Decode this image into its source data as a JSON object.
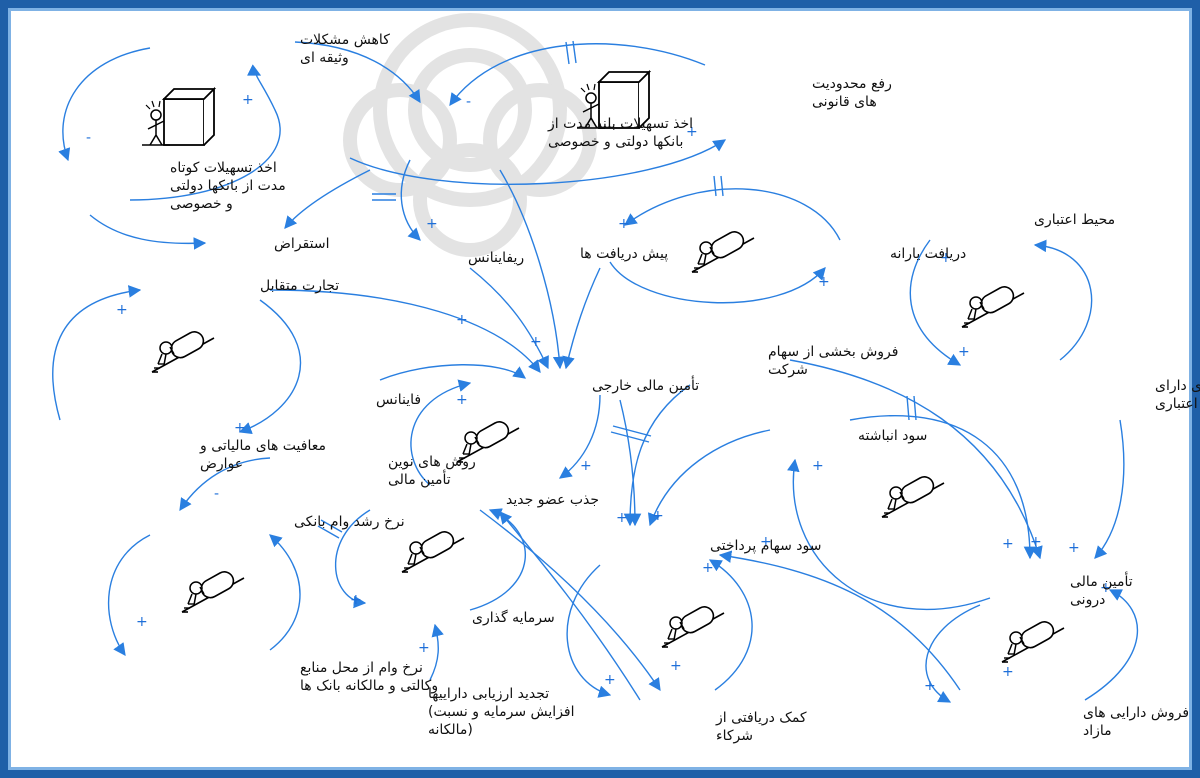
{
  "colors": {
    "border": "#1f5fa8",
    "link": "#2a7fe0",
    "text": "#111111",
    "watermark": "#e3e3e3"
  },
  "diagram": {
    "nodes": [
      {
        "id": "kahesh",
        "lines": [
          "کاهش مشکلات",
          "وثیقه ای"
        ]
      },
      {
        "id": "rafe",
        "lines": [
          "رفع محدودیت",
          "های قانونی"
        ]
      },
      {
        "id": "akhz_boland",
        "lines": [
          "اخذ تسهیلات بلند مدت از",
          "بانکها دولتی و خصوصی"
        ]
      },
      {
        "id": "akhz_kootah",
        "lines": [
          "اخذ تسهیلات کوتاه",
          "مدت از بانکها دولتی",
          "و خصوصی"
        ]
      },
      {
        "id": "esteghraz",
        "lines": [
          "استقراض"
        ]
      },
      {
        "id": "refinance",
        "lines": [
          "ریفاینانس"
        ]
      },
      {
        "id": "pish_daryaft",
        "lines": [
          "پیش دریافت ها"
        ]
      },
      {
        "id": "yaraneh",
        "lines": [
          "دریافت یارانه"
        ]
      },
      {
        "id": "mohit",
        "lines": [
          "محیط اعتباری"
        ]
      },
      {
        "id": "tejarat",
        "lines": [
          "تجارت متقابل"
        ]
      },
      {
        "id": "forush_sahm",
        "lines": [
          "فروش بخشی از سهام",
          "شرکت"
        ]
      },
      {
        "id": "tamin_khareji",
        "lines": [
          "تأمین مالی خارجی"
        ]
      },
      {
        "id": "finance",
        "lines": [
          "فاینانس"
        ]
      },
      {
        "id": "moafiat",
        "lines": [
          "معافیت های مالیاتی و",
          "عوارض"
        ]
      },
      {
        "id": "ravesh",
        "lines": [
          "روش های نوین",
          "تأمین مالی"
        ]
      },
      {
        "id": "bongah",
        "lines": [
          "تعداد بنگاه های دارای",
          "رتبه اعتباری"
        ]
      },
      {
        "id": "sood_anbashte",
        "lines": [
          "سود انباشته"
        ]
      },
      {
        "id": "jazb",
        "lines": [
          "جذب عضو جدید"
        ]
      },
      {
        "id": "nerkh_roshd",
        "lines": [
          "نرخ رشد وام بانکی"
        ]
      },
      {
        "id": "sood_pardakhti",
        "lines": [
          "سود سهام پرداختی"
        ]
      },
      {
        "id": "tamin_darooni",
        "lines": [
          "تأمین مالی",
          "درونی"
        ]
      },
      {
        "id": "sarmaye",
        "lines": [
          "سرمایه گذاری"
        ]
      },
      {
        "id": "nerkh_vam",
        "lines": [
          "نرخ وام از محل منابع",
          "وکالتی و مالکانه بانک ها"
        ]
      },
      {
        "id": "tajdid",
        "lines": [
          "تجدید ارزیابی داراییها",
          "افزایش سرمایه و نسبت)",
          "(مالکانه"
        ]
      },
      {
        "id": "komak",
        "lines": [
          "کمک دریافتی از",
          "شرکاء"
        ]
      },
      {
        "id": "forush_darayi",
        "lines": [
          "فروش دارایی های",
          "مازاد"
        ]
      }
    ],
    "signs": {
      "plus": "+",
      "minus": "-"
    }
  }
}
